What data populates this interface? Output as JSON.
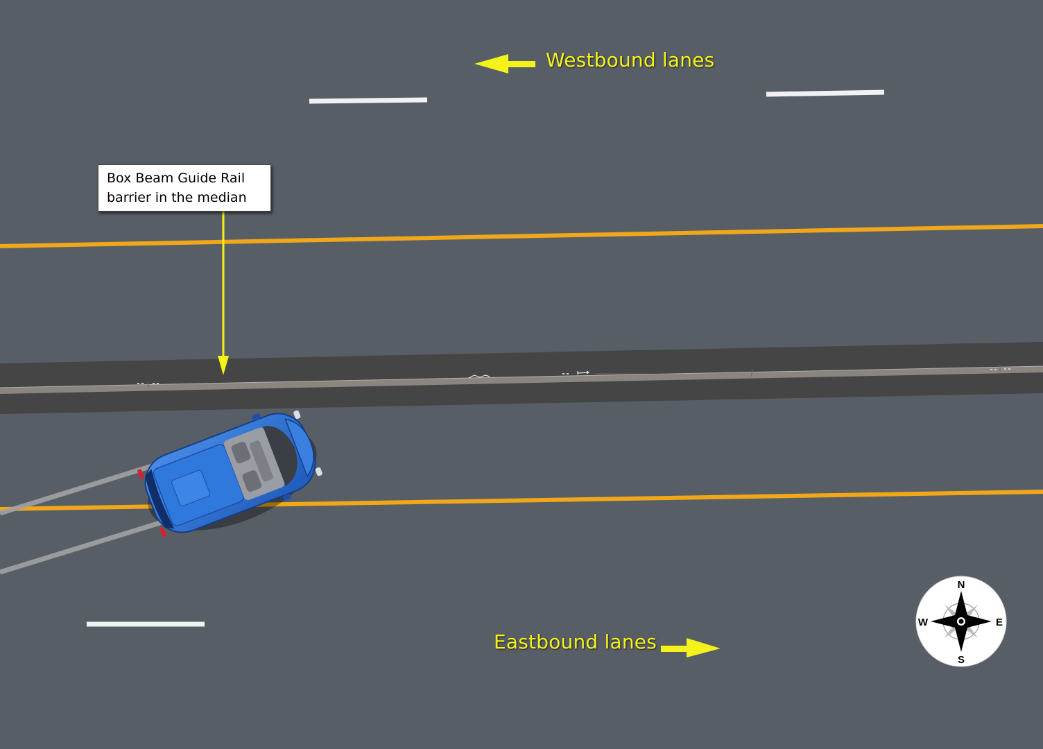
{
  "labels": {
    "westbound": "Westbound lanes",
    "eastbound": "Eastbound lanes"
  },
  "callout": {
    "line1": "Box Beam Guide Rail",
    "line2": "barrier in the median"
  },
  "compass": {
    "north": "N",
    "south": "S",
    "east": "E",
    "west": "W"
  },
  "colors": {
    "asphalt": "#585e66",
    "median": "#454545",
    "guide_rail": "#8a857f",
    "yellow_line": "#f0a818",
    "lane_marking": "#f2f2f2",
    "direction_arrow": "#f4f21a",
    "vehicle": "#2c6fd0"
  },
  "icons": [
    "compass-rose-icon",
    "west-arrow-icon",
    "east-arrow-icon",
    "callout-arrow-icon",
    "vehicle-icon"
  ]
}
